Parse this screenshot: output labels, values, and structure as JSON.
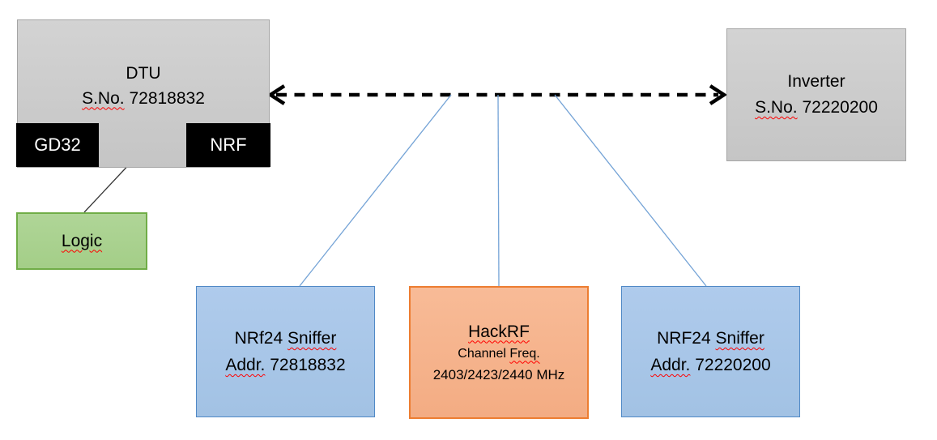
{
  "colors": {
    "canvas_bg": "#FFFFFF",
    "text_color": "#000000",
    "gray_fill": "#CBCBCB",
    "gray_border": "#A5A5A5",
    "black_fill": "#000000",
    "black_text": "#FFFFFF",
    "green_fill": "#A9D18E",
    "green_border": "#70AD47",
    "blue_fill": "#A9C7E8",
    "blue_border": "#5089C6",
    "orange_fill": "#F6B38F",
    "orange_border": "#ED7D31",
    "connector_blue": "#74A3D6",
    "arrow_black": "#000000",
    "squiggle_red": "#FF0000"
  },
  "nodes": {
    "dtu": {
      "title": "DTU",
      "serial_label": "S.No.",
      "serial_value": "72818832"
    },
    "gd32": {
      "label": "GD32"
    },
    "nrf": {
      "label": "NRF"
    },
    "logic": {
      "label": "Logic"
    },
    "inverter": {
      "title": "Inverter",
      "serial_label": "S.No.",
      "serial_value": "72220200"
    },
    "sniffer_left": {
      "title_prefix": "NRf24",
      "title_word": "Sniffer",
      "addr_label": "Addr.",
      "addr_value": "72818832"
    },
    "hackrf": {
      "title": "HackRF",
      "subtitle_prefix": "Channel",
      "subtitle_word": "Freq.",
      "frequencies": "2403/2423/2440 MHz"
    },
    "sniffer_right": {
      "title_prefix": "NRF24",
      "title_word": "Sniffer",
      "addr_label": "Addr.",
      "addr_value": "72220200"
    }
  }
}
